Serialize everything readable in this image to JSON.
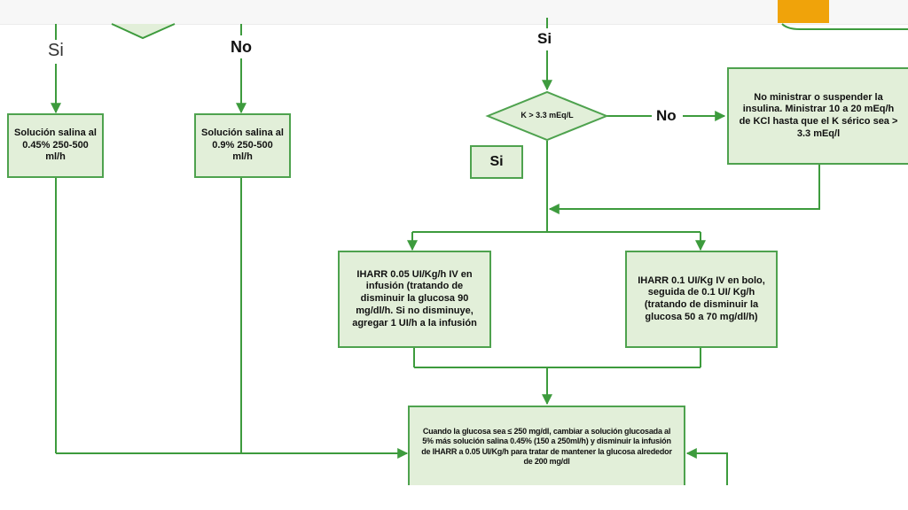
{
  "labels": {
    "si_left": "Si",
    "no_left": "No",
    "si_top": "Si",
    "no_right": "No",
    "si_box": "Si"
  },
  "boxes": {
    "saline_045": "Solución salina al 0.45% 250-500 ml/h",
    "saline_09": "Solución salina al 0.9% 250-500 ml/h",
    "no_insulin": "No ministrar o suspender la insulina. Ministrar 10 a 20 mEq/h de KCl hasta que el K sérico sea > 3.3 mEq/l",
    "iharr_infusion": "IHARR 0.05 UI/Kg/h IV en infusión (tratando de disminuir la glucosa 90 mg/dl/h. Si no disminuye, agregar 1 UI/h a la infusión",
    "iharr_bolus": "IHARR 0.1 UI/Kg IV en bolo, seguida de 0.1 UI/ Kg/h (tratando de disminuir la glucosa  50 a 70 mg/dl/h)",
    "glucose_change": "Cuando la glucosa sea    ≤ 250 mg/dl, cambiar a solución glucosada al 5% más solución salina 0.45% (150 a 250ml/h) y disminuir la infusión de IHARR a 0.05 UI/Kg/h para tratar de mantener la glucosa alrededor de 200 mg/dl"
  },
  "decision": {
    "potassium": "K > 3.3 mEq/L"
  },
  "colors": {
    "line": "#3d9b3d",
    "box_fill": "#e2efd9",
    "box_border": "#4ea24e",
    "accent_orange": "#f0a30a"
  }
}
